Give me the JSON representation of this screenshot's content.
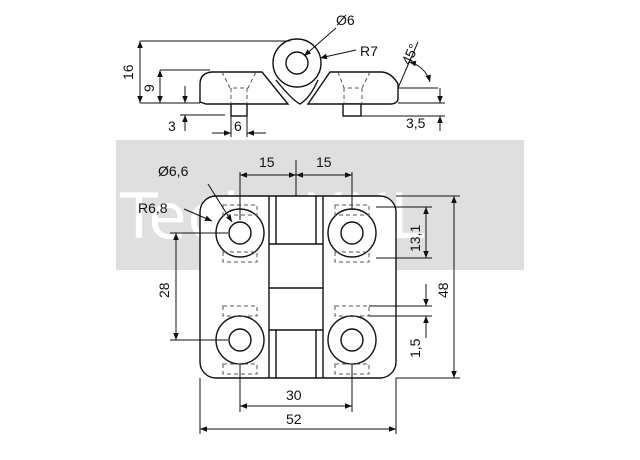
{
  "watermark": {
    "text": "TechnXXL",
    "color": "#cfcfcf"
  },
  "side_view": {
    "diameter": "Ø6",
    "radius": "R7",
    "angle": "45°",
    "height_total": "16",
    "height_body": "9",
    "base_3": "3",
    "pin_6": "6",
    "pin_35": "3,5"
  },
  "top_view": {
    "hole_diameter": "Ø6,6",
    "radius": "R6,8",
    "width_left": "15",
    "width_right": "15",
    "height_131": "13,1",
    "spacing_28": "28",
    "height_48": "48",
    "offset_15": "1,5",
    "spacing_30": "30",
    "width_52": "52"
  },
  "colors": {
    "line": "#111111",
    "hidden": "#555555",
    "body": "#ffffff"
  }
}
